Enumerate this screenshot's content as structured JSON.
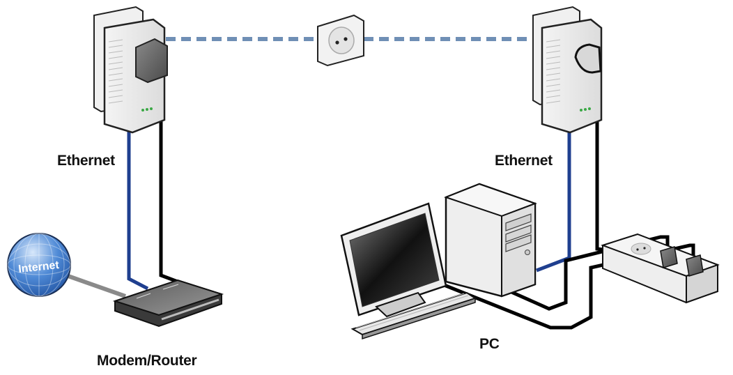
{
  "diagram": {
    "title": "Powerline network setup",
    "labels": {
      "ethernet_left": "Ethernet",
      "ethernet_right": "Ethernet",
      "modem_router": "Modem/Router",
      "pc": "PC",
      "internet": "Internet"
    },
    "nodes": [
      {
        "id": "internet",
        "label": "Internet",
        "kind": "globe"
      },
      {
        "id": "modem_router",
        "label": "Modem/Router",
        "kind": "router"
      },
      {
        "id": "powerline_adapter_left",
        "label": "",
        "kind": "powerline-adapter"
      },
      {
        "id": "wall_socket",
        "label": "",
        "kind": "wall-outlet"
      },
      {
        "id": "powerline_adapter_right",
        "label": "",
        "kind": "powerline-adapter"
      },
      {
        "id": "pc",
        "label": "PC",
        "kind": "computer"
      },
      {
        "id": "power_strip",
        "label": "",
        "kind": "power-strip"
      }
    ],
    "connections": [
      {
        "from": "internet",
        "to": "modem_router",
        "type": "grey-cable"
      },
      {
        "from": "modem_router",
        "to": "powerline_adapter_left",
        "type": "ethernet"
      },
      {
        "from": "powerline_adapter_left",
        "to": "wall_socket",
        "type": "powerline-dashed"
      },
      {
        "from": "wall_socket",
        "to": "powerline_adapter_right",
        "type": "powerline-dashed"
      },
      {
        "from": "powerline_adapter_right",
        "to": "pc",
        "type": "ethernet"
      },
      {
        "from": "powerline_adapter_right",
        "to": "power_strip",
        "type": "power-cable"
      },
      {
        "from": "pc",
        "to": "power_strip",
        "type": "power-cable"
      }
    ],
    "colors": {
      "ethernet": "#1f3f8f",
      "power_cable": "#000000",
      "powerline_dash": "#6f8fb5",
      "globe": "#2f6fc0",
      "led": "#3aa845"
    }
  }
}
